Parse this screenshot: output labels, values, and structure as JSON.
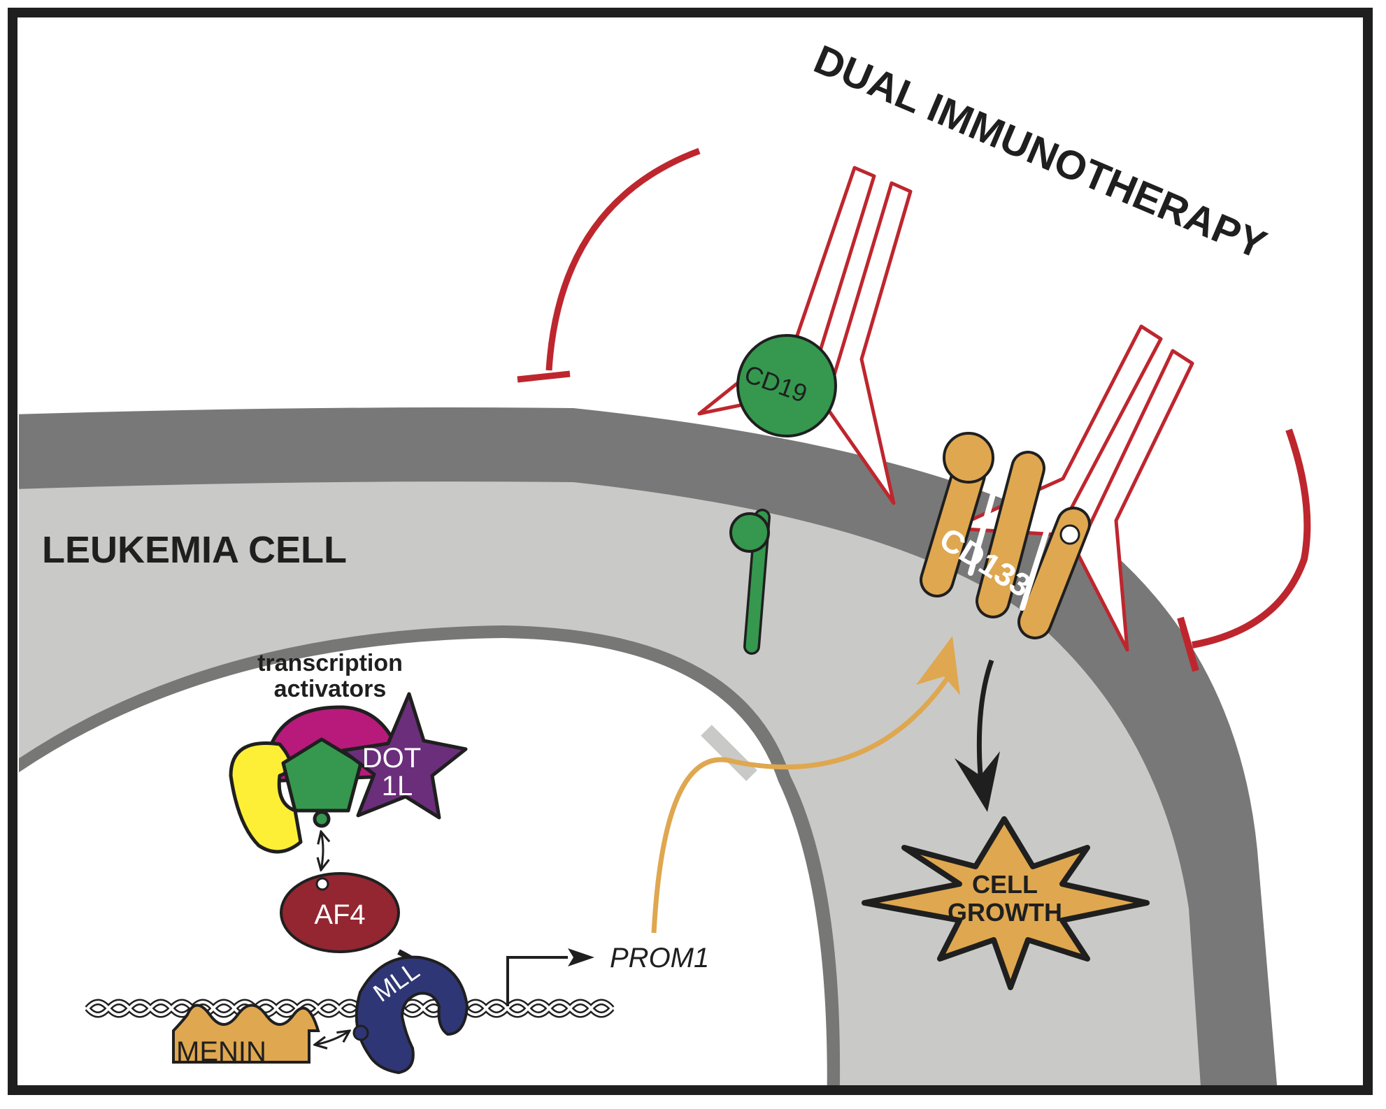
{
  "title": "DUAL IMMUNOTHERAPY",
  "cell_label": "LEUKEMIA CELL",
  "proteins": {
    "cd19": "CD19",
    "cd133": "CD133",
    "dot1l_line1": "DOT",
    "dot1l_line2": "1L",
    "af4": "AF4",
    "mll": "MLL",
    "menin": "MENIN"
  },
  "complex_label": {
    "line1": "transcription",
    "line2": "activators"
  },
  "gene": "PROM1",
  "outcome": {
    "line1": "CELL",
    "line2": "GROWTH"
  },
  "colors": {
    "frame": "#1f1f1f",
    "membrane": "#787878",
    "cytoplasm": "#c9c9c7",
    "nuclear_envelope": "#777876",
    "inhibition_red": "#be262e",
    "cd19_green": "#35984e",
    "cd133_orange": "#dfa74f",
    "magenta": "#b71a7a",
    "yellow": "#fdef36",
    "dot1l_purple": "#6b2e7b",
    "af4_red": "#932631",
    "mll_blue": "#2f3675"
  }
}
